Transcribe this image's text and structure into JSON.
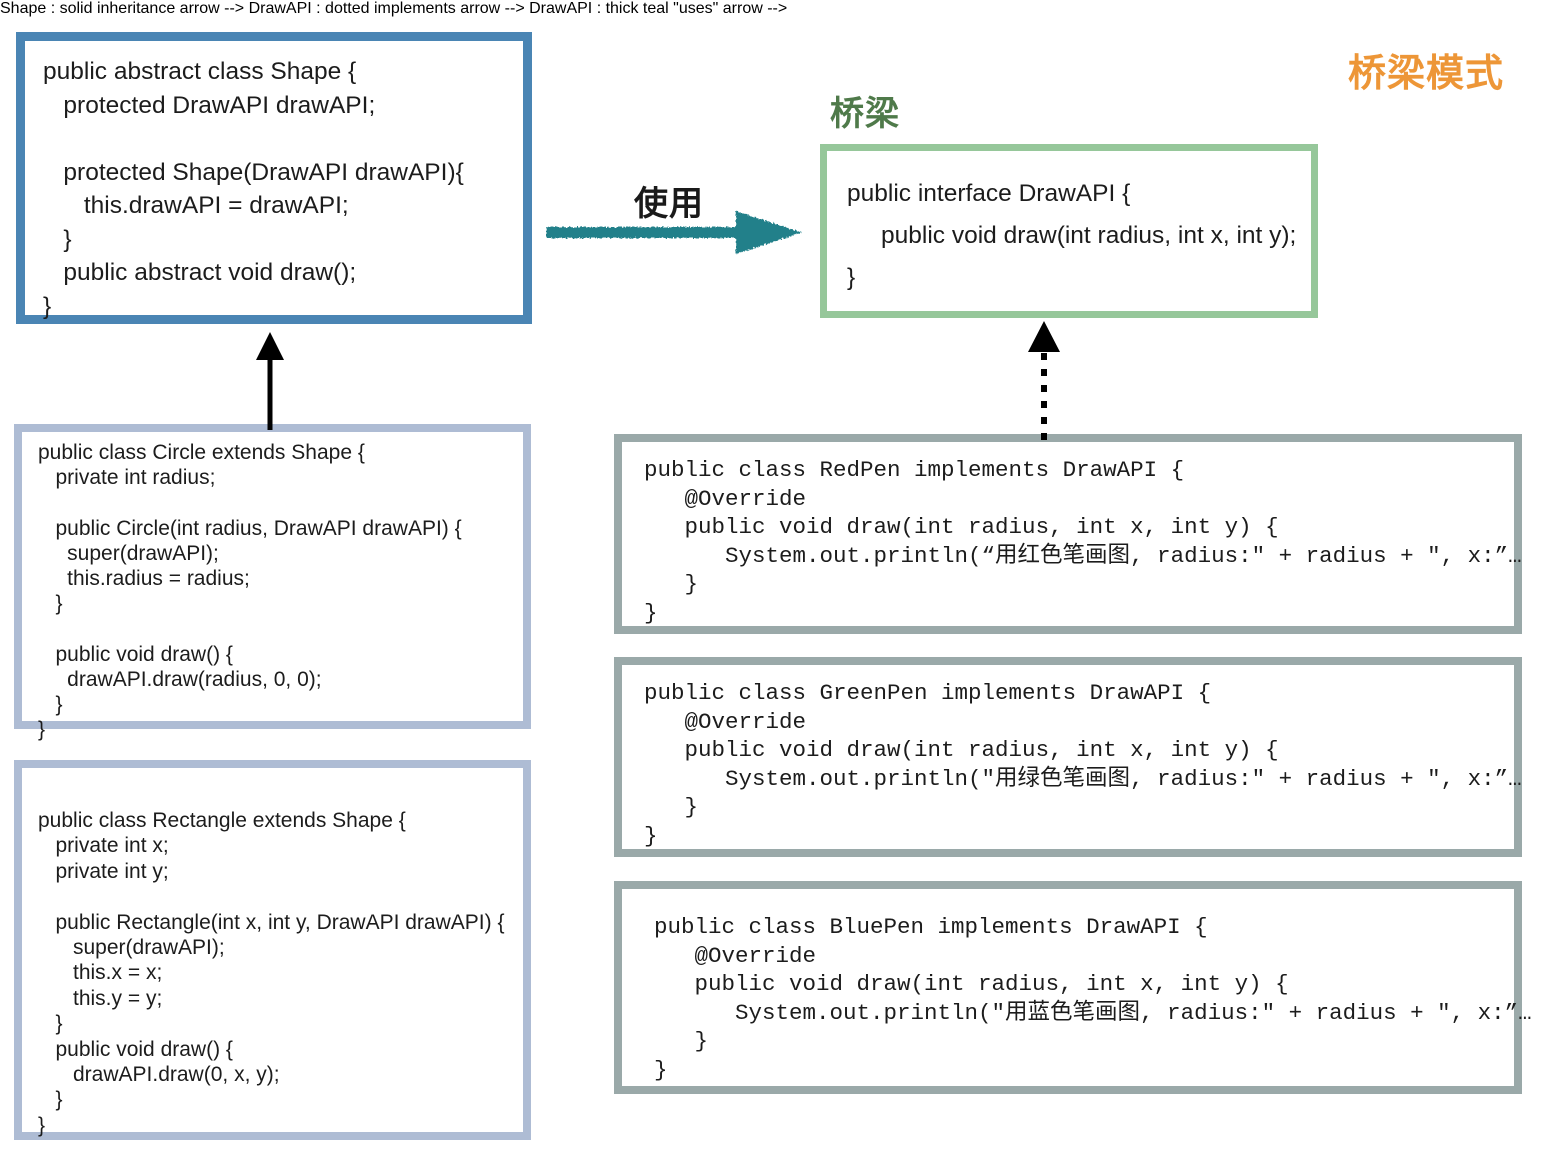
{
  "title": "桥梁模式",
  "bridge_label": "桥梁",
  "use_label": "使用",
  "colors": {
    "title_orange": "#ed9637",
    "bridge_green": "#4f7a4a",
    "shape_border": "#4a85b4",
    "drawapi_border": "#96c79a",
    "subclass_border": "#aebcd4",
    "pen_border": "#9aa9a9",
    "arrow_teal": "#20808a"
  },
  "boxes": {
    "shape": {
      "name": "Shape",
      "code": "public abstract class Shape {\n   protected DrawAPI drawAPI;\n\n   protected Shape(DrawAPI drawAPI){\n      this.drawAPI = drawAPI;\n   }\n   public abstract void draw();\n}"
    },
    "drawapi": {
      "name": "DrawAPI",
      "code": "public interface DrawAPI {\n     public void draw(int radius, int x, int y);\n}"
    },
    "circle": {
      "name": "Circle",
      "code": "public class Circle extends Shape {\n   private int radius;\n\n   public Circle(int radius, DrawAPI drawAPI) {\n     super(drawAPI);\n     this.radius = radius;\n   }\n\n   public void draw() {\n     drawAPI.draw(radius, 0, 0);\n   }\n}"
    },
    "rectangle": {
      "name": "Rectangle",
      "code": "public class Rectangle extends Shape {\n   private int x;\n   private int y;\n\n   public Rectangle(int x, int y, DrawAPI drawAPI) {\n      super(drawAPI);\n      this.x = x;\n      this.y = y;\n   }\n   public void draw() {\n      drawAPI.draw(0, x, y);\n   }\n}"
    },
    "redpen": {
      "name": "RedPen",
      "code": "public class RedPen implements DrawAPI {\n   @Override\n   public void draw(int radius, int x, int y) {\n      System.out.println(“用红色笔画图, radius:\" + radius + \", x:”…\n   }\n}"
    },
    "greenpen": {
      "name": "GreenPen",
      "code": "public class GreenPen implements DrawAPI {\n   @Override\n   public void draw(int radius, int x, int y) {\n      System.out.println(\"用绿色笔画图, radius:\" + radius + \", x:”…\n   }\n}"
    },
    "bluepen": {
      "name": "BluePen",
      "code": "public class BluePen implements DrawAPI {\n   @Override\n   public void draw(int radius, int x, int y) {\n      System.out.println(\"用蓝色笔画图, radius:\" + radius + \", x:”…\n   }\n}"
    }
  },
  "arrows": {
    "inherit": "inheritance-arrow-circle-to-shape",
    "implement": "implements-arrow-redpen-to-drawapi",
    "use": "uses-arrow-shape-to-drawapi"
  }
}
